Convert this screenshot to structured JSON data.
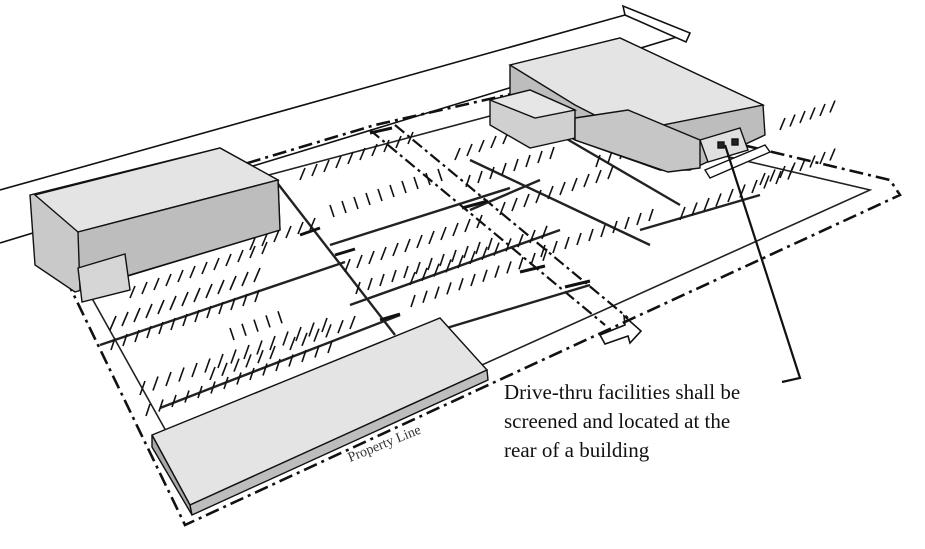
{
  "annotation": {
    "lines": [
      "Drive-thru facilities shall be",
      "screened and located at the",
      "rear of a building"
    ]
  },
  "labels": {
    "property_line": "Property Line"
  },
  "colors": {
    "roof": "#e4e4e4",
    "wall": "#c9c9c9",
    "wall_dark": "#a9a9a9",
    "line": "#111111",
    "background": "#ffffff"
  }
}
